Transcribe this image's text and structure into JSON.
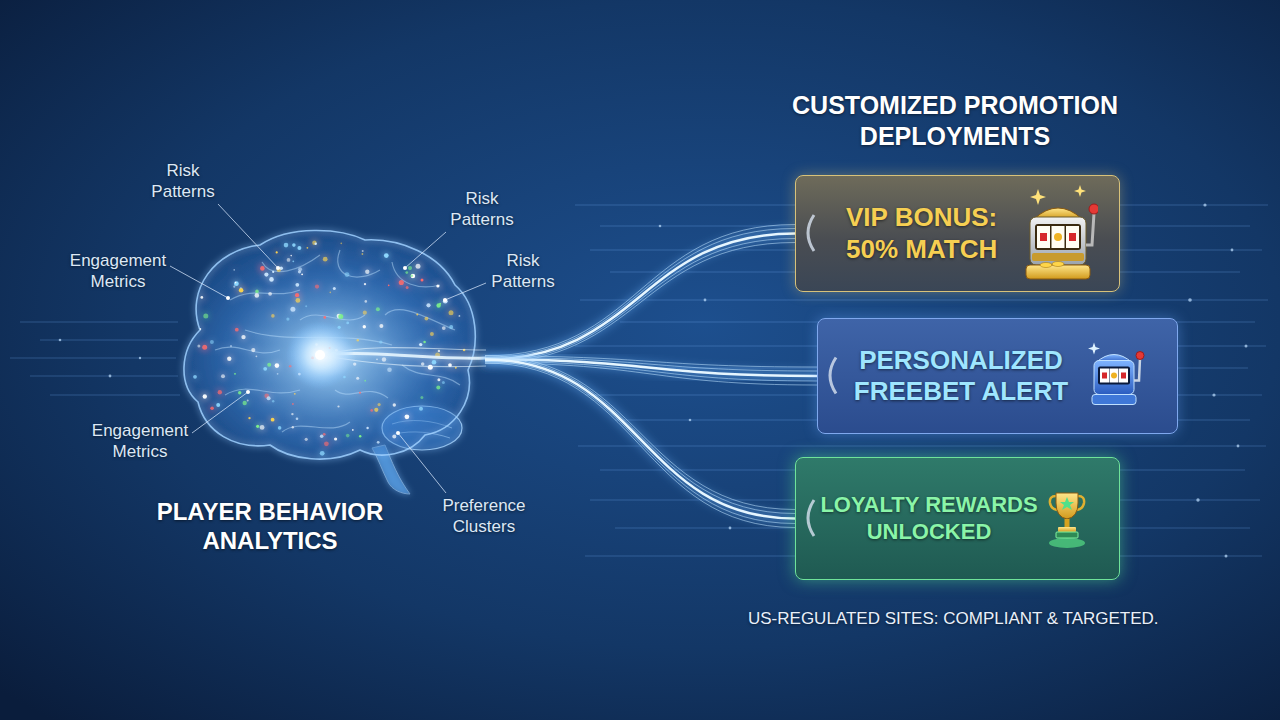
{
  "diagram": {
    "title": "CUSTOMIZED PROMOTION DEPLOYMENTS",
    "caption": "US-REGULATED SITES: COMPLIANT & TARGETED.",
    "nodes": [
      {
        "text": [
          "PLAYER BEHAVIOR ANALYTICS"
        ]
      },
      {
        "text": [
          "VIP BONUS: 50% MATCH"
        ]
      },
      {
        "text": [
          "PERSONALIZED FREEBET ALERT"
        ]
      },
      {
        "text": [
          "LOYALTY REWARDS UNLOCKED"
        ]
      }
    ],
    "edges": [
      {
        "from": 0,
        "to": 1,
        "arrow": "none"
      },
      {
        "from": 0,
        "to": 2,
        "arrow": "none"
      },
      {
        "from": 0,
        "to": 3,
        "arrow": "none"
      }
    ],
    "labels": [
      "Risk Patterns",
      "Risk Patterns",
      "Engagement Metrics",
      "Risk Patterns",
      "Engagement Metrics",
      "Preference Clusters"
    ]
  }
}
